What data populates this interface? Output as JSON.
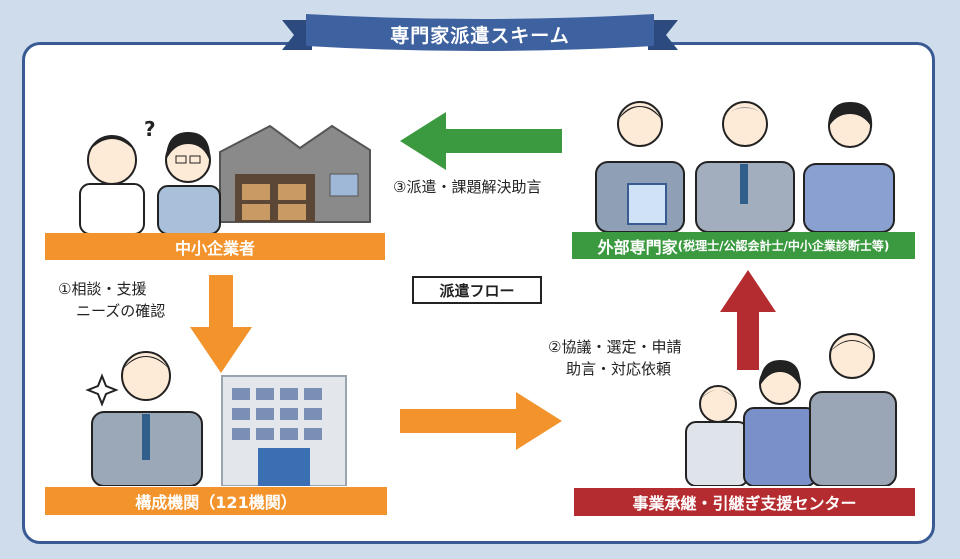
{
  "title": "専門家派遣スキーム",
  "nodes": {
    "sme": "中小企業者",
    "experts": "外部専門家",
    "experts_note": "(税理士/公認会計士/中小企業診断士等)",
    "institution": "構成機関（121機関）",
    "center": "事業承継・引継ぎ支援センター"
  },
  "steps": {
    "step1_line1": "①相談・支援",
    "step1_line2": "ニーズの確認",
    "step2_line1": "②協議・選定・申請",
    "step2_line2": "助言・対応依頼",
    "step3": "③派遣・課題解決助言"
  },
  "flow_label": "派遣フロー",
  "colors": {
    "frame": "#3a5a94",
    "orange": "#f2932c",
    "green": "#3b9a3f",
    "red": "#b42c30"
  }
}
